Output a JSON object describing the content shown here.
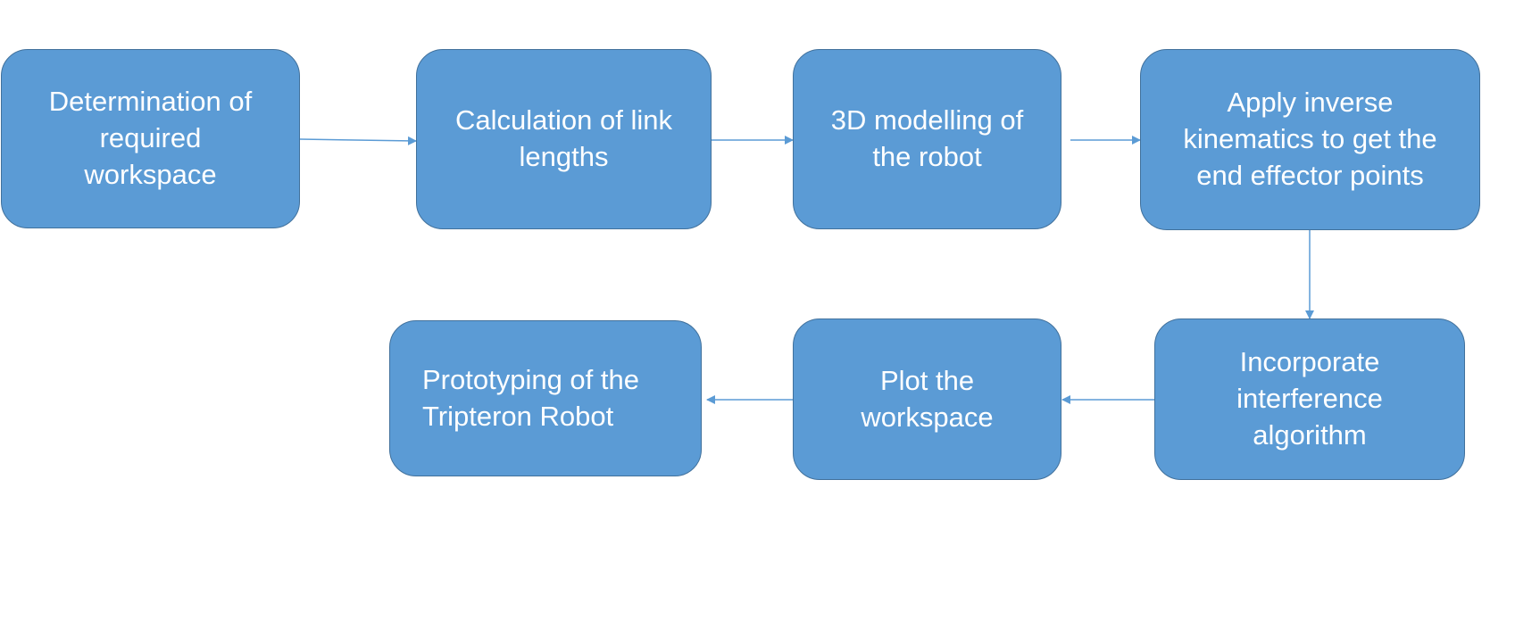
{
  "diagram": {
    "steps": [
      {
        "text": "Determination of\nrequired\nworkspace"
      },
      {
        "text": "Calculation of link\nlengths"
      },
      {
        "text": "3D modelling of\nthe robot"
      },
      {
        "text": "Apply  inverse\nkinematics to get the\nend effector points"
      },
      {
        "text": "Incorporate\ninterference\nalgorithm"
      },
      {
        "text": "Plot the\nworkspace"
      },
      {
        "text": "Prototyping of the\nTripteron Robot"
      }
    ]
  },
  "colors": {
    "box_fill": "#5b9bd5",
    "box_border": "#41719c",
    "connector": "#5b9bd5",
    "text": "#ffffff"
  }
}
